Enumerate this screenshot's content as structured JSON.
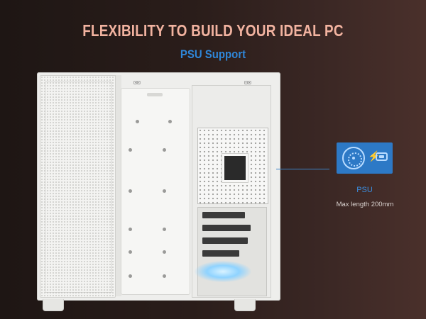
{
  "header": {
    "title": "FLEXIBILITY TO BUILD YOUR IDEAL PC",
    "subtitle": "PSU Support"
  },
  "callout": {
    "label": "PSU",
    "detail": "Max length 200mm",
    "icon": "psu-icon"
  },
  "colors": {
    "title": "#f2b3a0",
    "accent_blue": "#2f86d8",
    "icon_blue": "#2d79c6"
  }
}
